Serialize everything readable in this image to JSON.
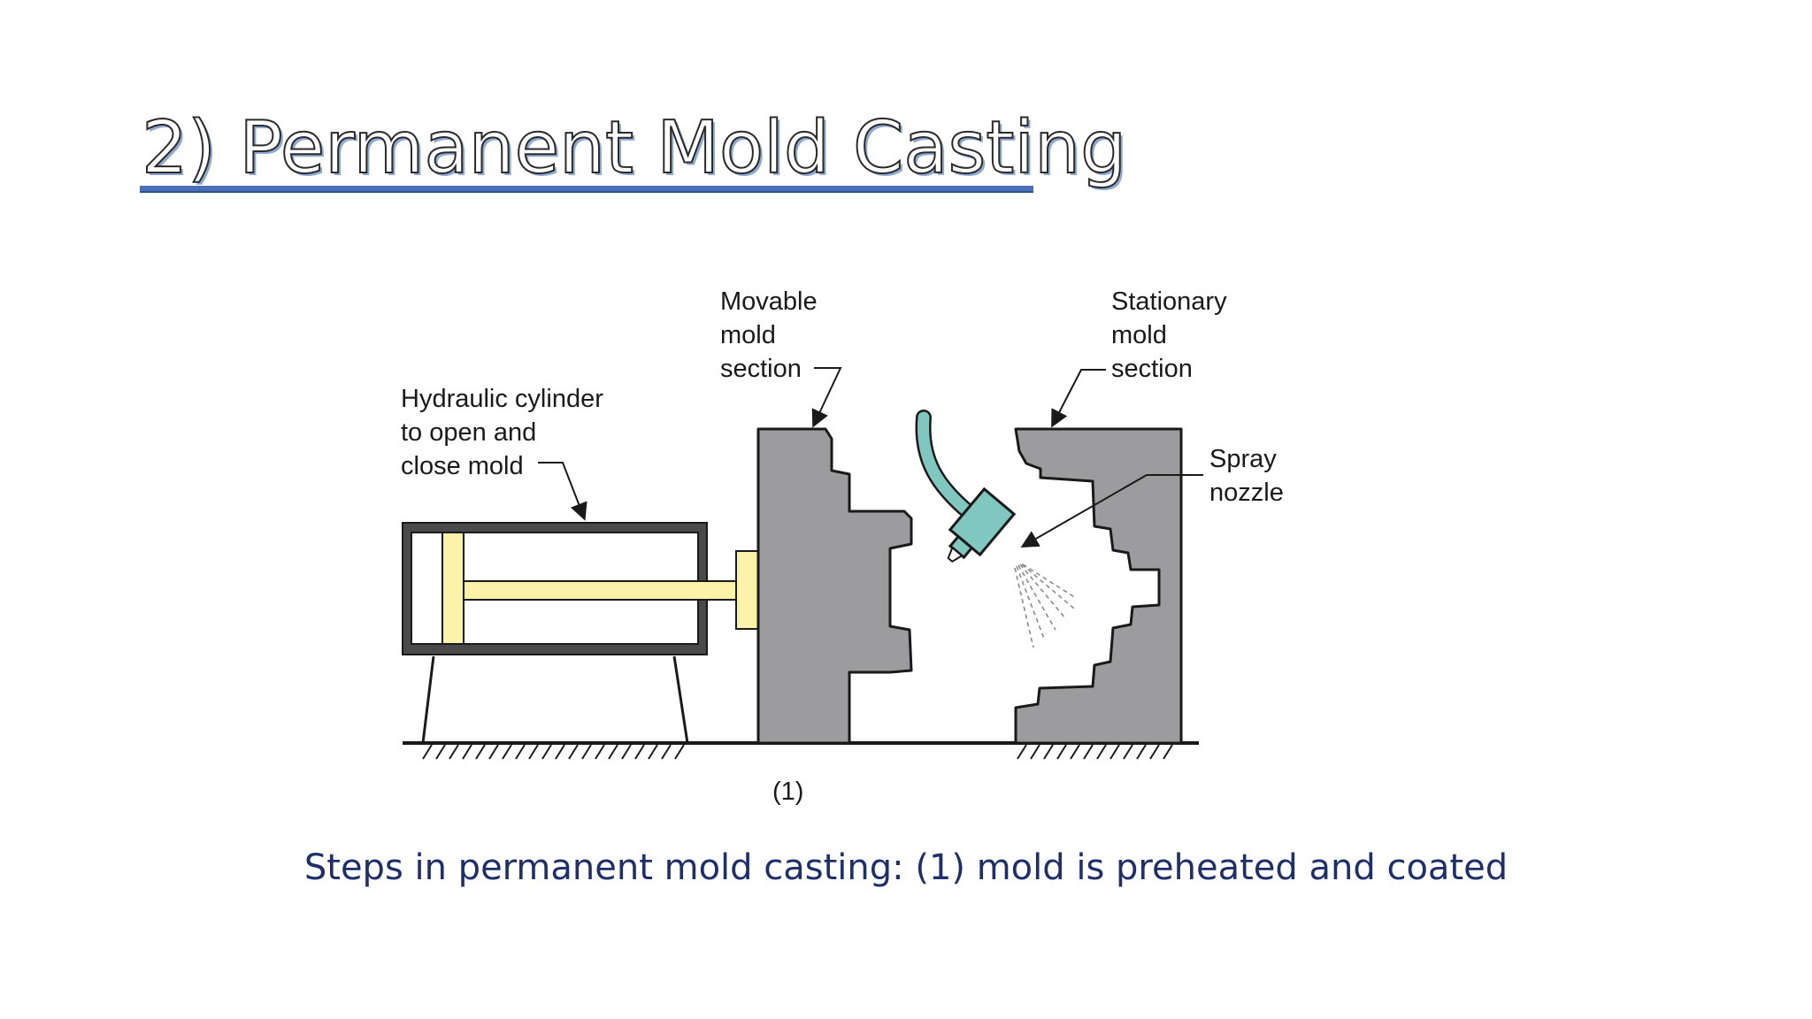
{
  "slide": {
    "title": "2) Permanent Mold Casting",
    "caption": "Steps in permanent mold casting: (1) mold is preheated and coated"
  },
  "diagram": {
    "labels": {
      "movable": [
        "Movable",
        "mold",
        "section"
      ],
      "stationary": [
        "Stationary",
        "mold",
        "section"
      ],
      "hydraulic": [
        "Hydraulic cylinder",
        "to open and",
        "close mold"
      ],
      "spray": [
        "Spray",
        "nozzle"
      ],
      "step": "(1)"
    },
    "colors": {
      "mold": "#9c9c9e",
      "cylinder_fill": "#fbf3a8",
      "nozzle": "#7fc7bf",
      "outline": "#1a1a1a",
      "title_shadow": "#8fa9d6",
      "caption": "#1f2f6b"
    }
  }
}
